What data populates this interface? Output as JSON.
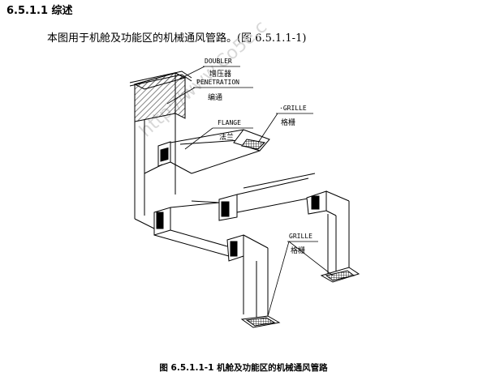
{
  "section": {
    "heading": "6.5.1.1 综述"
  },
  "body": {
    "paragraph": "本图用于机舱及功能区的机械通风管路。(图 6.5.1.1-1)"
  },
  "figure": {
    "labels": {
      "doubler_en": "DOUBLER",
      "doubler_cn": "增压器",
      "penetration_en": "PENETRATION",
      "penetration_cn": "编通",
      "grille_top_en": "·GRILLE",
      "grille_top_cn": "格栅",
      "flange_en": "FLANGE",
      "flange_cn": "法兰",
      "grille_bottom_en": "GRILLE",
      "grille_bottom_cn": "格栅"
    },
    "watermark": "http://www.Co5e.c",
    "caption": "图 6.5.1.1-1 机舱及功能区的机械通风管路"
  },
  "colors": {
    "line": "#000000",
    "hatch": "#555555",
    "watermark": "#d8d8d8"
  }
}
